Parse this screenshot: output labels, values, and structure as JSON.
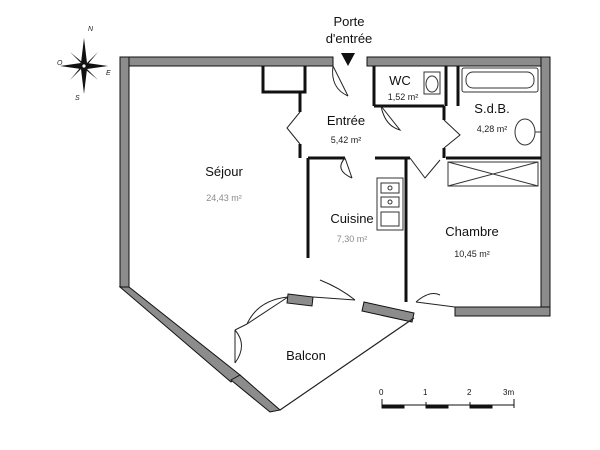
{
  "entrance": {
    "line1": "Porte",
    "line2": "d'entrée"
  },
  "compass": {
    "north": "N",
    "east": "E",
    "south": "S",
    "west": "O"
  },
  "rooms": {
    "sejour": {
      "name": "Séjour",
      "area": "24,43 m²"
    },
    "entree": {
      "name": "Entrée",
      "area": "5,42 m²"
    },
    "wc": {
      "name": "WC",
      "area": "1,52 m²"
    },
    "sdb": {
      "name": "S.d.B.",
      "area": "4,28 m²"
    },
    "cuisine": {
      "name": "Cuisine",
      "area": "7,30 m²"
    },
    "chambre": {
      "name": "Chambre",
      "area": "10,45 m²"
    },
    "balcon": {
      "name": "Balcon"
    }
  },
  "scale": {
    "ticks": [
      "0",
      "1",
      "2",
      "3m"
    ]
  },
  "colors": {
    "wall": "#8c8c8c",
    "wall_edge": "#111111",
    "line": "#222222"
  }
}
